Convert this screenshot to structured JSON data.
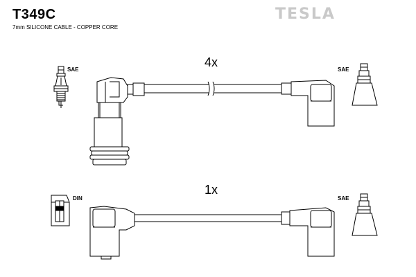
{
  "header": {
    "part_number": "T349C",
    "subtitle": "7mm SILICONE CABLE - COPPER CORE",
    "brand": "TESLA"
  },
  "cables": [
    {
      "quantity": "4x",
      "left_terminal": "SAE",
      "right_terminal": "SAE"
    },
    {
      "quantity": "1x",
      "left_terminal": "DIN",
      "right_terminal": "SAE"
    }
  ]
}
